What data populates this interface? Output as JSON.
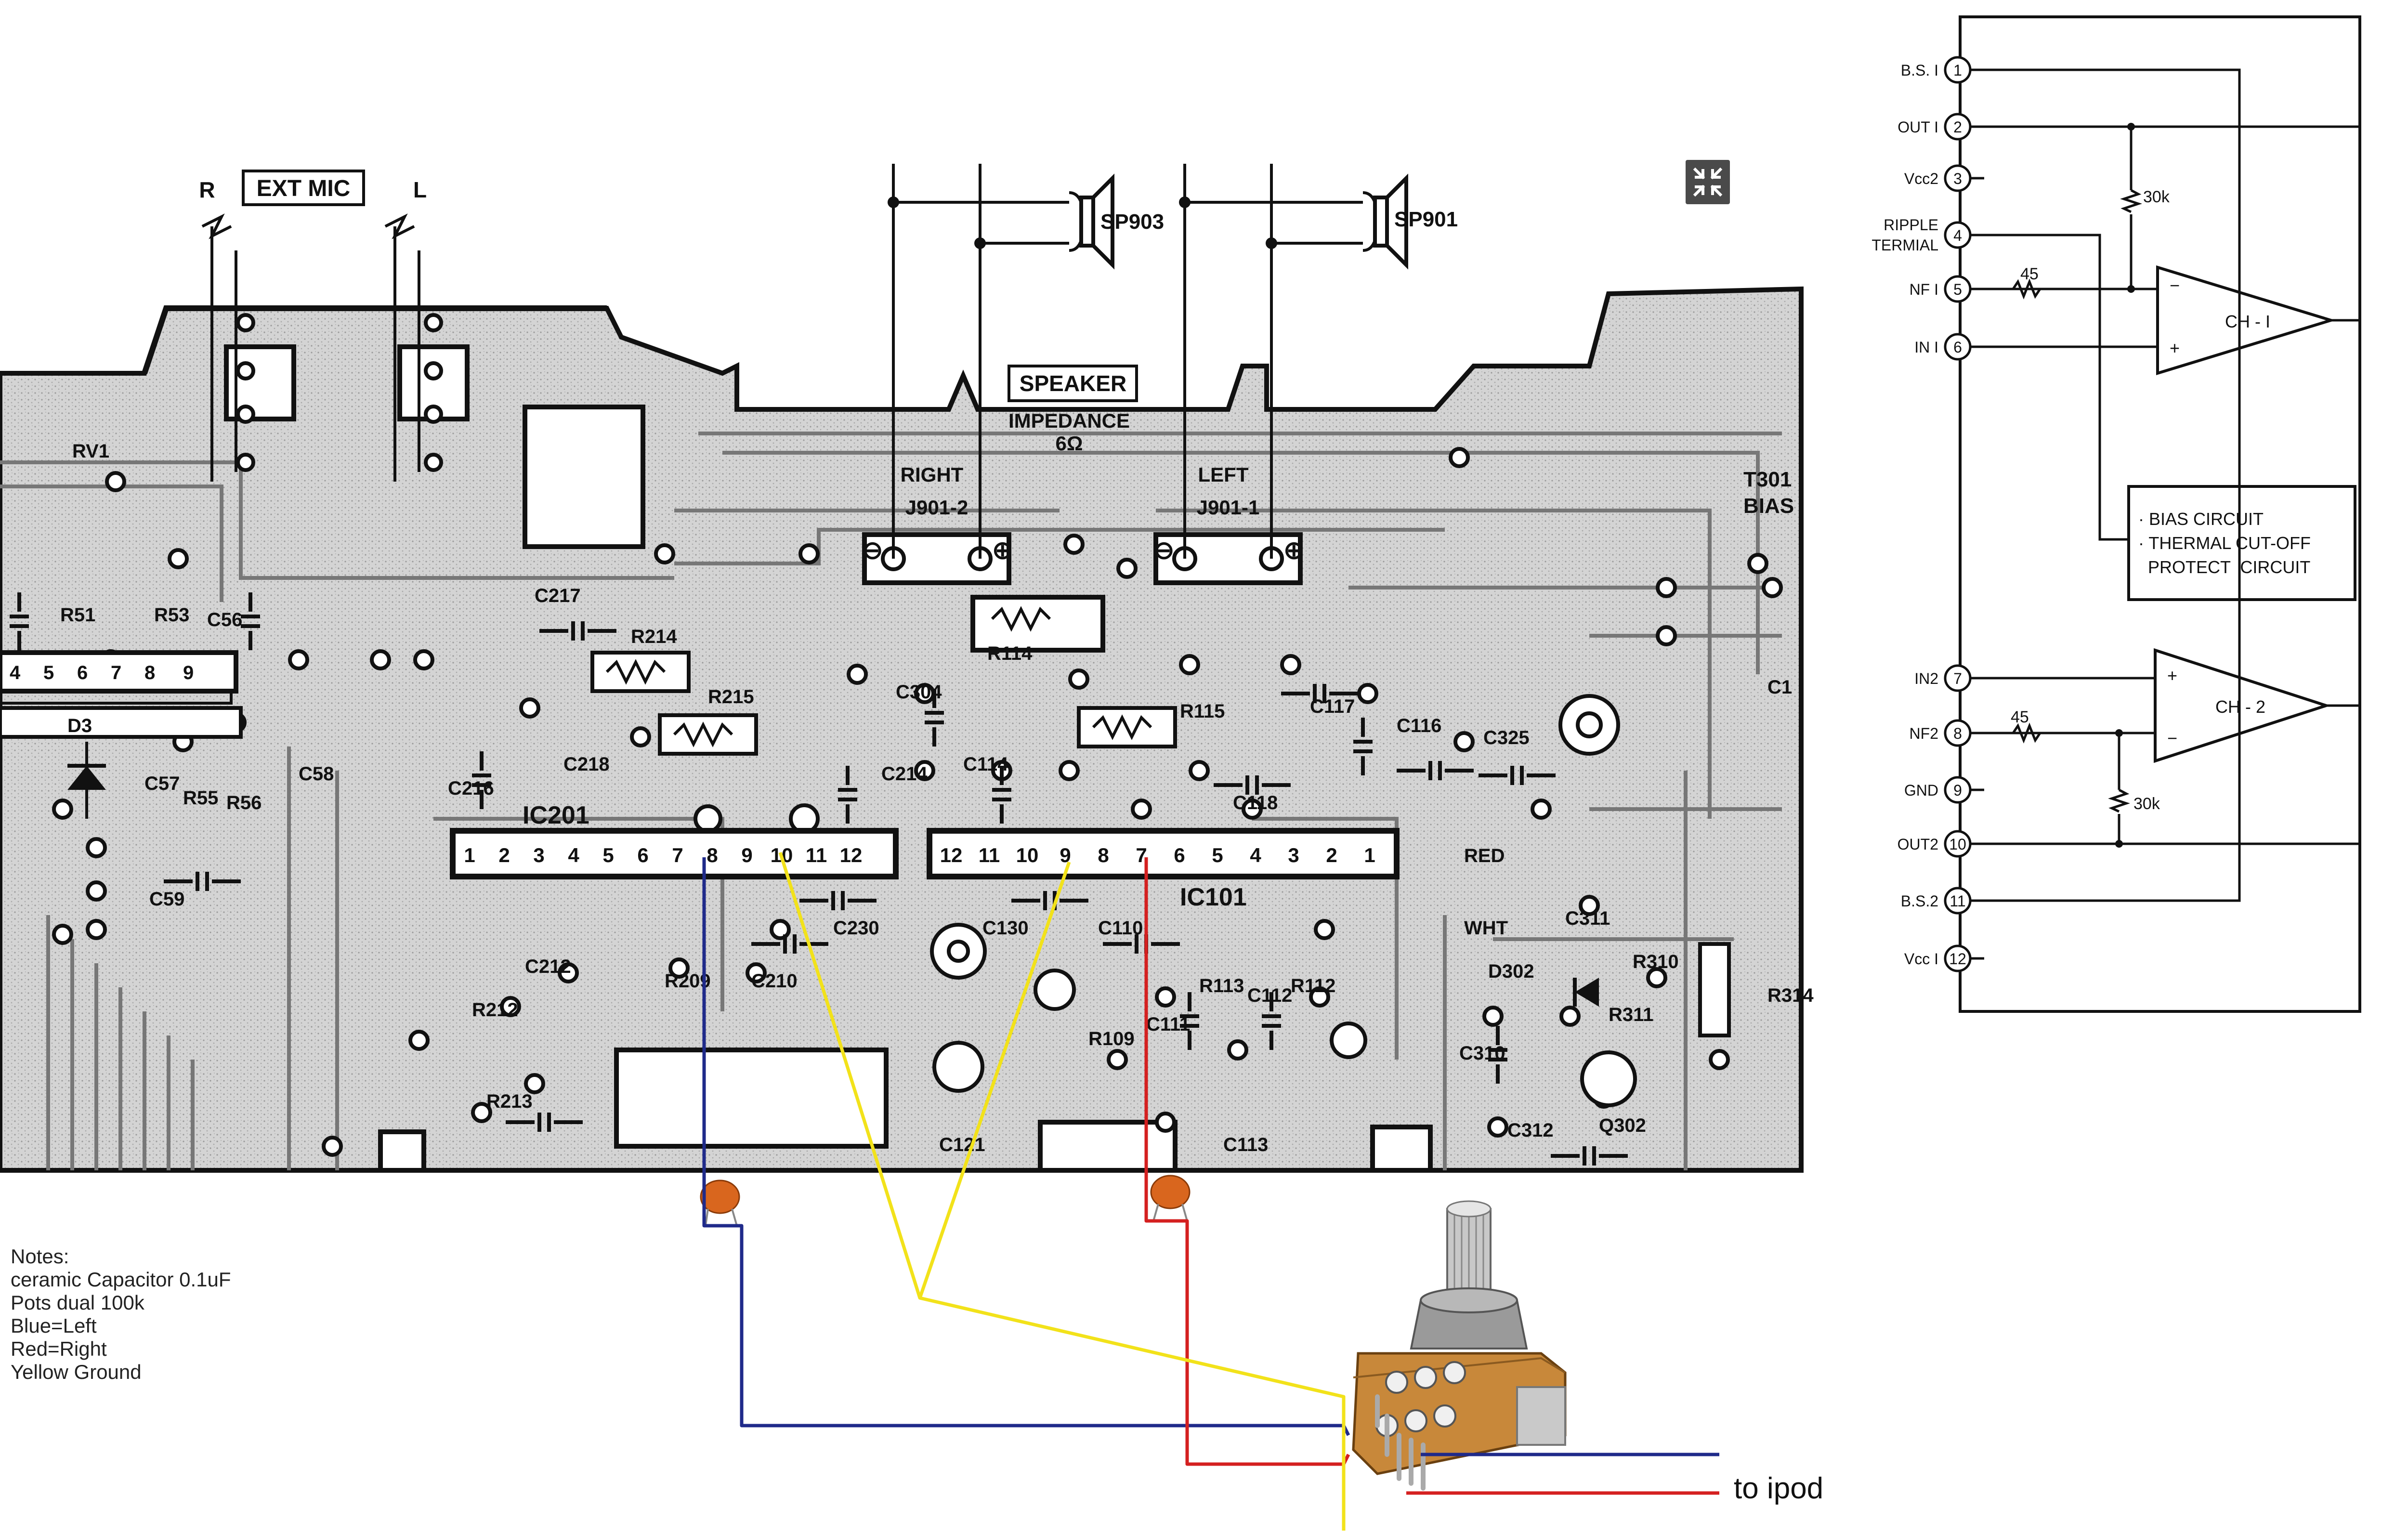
{
  "notes": {
    "heading": "Notes:",
    "lines": [
      "ceramic Capacitor 0.1uF",
      "Pots dual 100k",
      "Blue=Left",
      "Red=Right",
      "Yellow Ground"
    ]
  },
  "ipod_label": "to ipod",
  "pcb": {
    "ext_mic": "EXT MIC",
    "mic_r": "R",
    "mic_l": "L",
    "speaker": "SPEAKER",
    "impedance": "IMPEDANCE",
    "ohms": "6Ω",
    "right": "RIGHT",
    "left": "LEFT",
    "j_right": "J901-2",
    "j_left": "J901-1",
    "sp_right": "SP903",
    "sp_left": "SP901",
    "ic_left": "IC201",
    "ic_right": "IC101",
    "t301": "T301",
    "bias": "BIAS",
    "red": "RED",
    "wht": "WHT",
    "ic201_pins": [
      "1",
      "2",
      "3",
      "4",
      "5",
      "6",
      "7",
      "8",
      "9",
      "10",
      "11",
      "12"
    ],
    "ic101_pins": [
      "12",
      "11",
      "10",
      "9",
      "8",
      "7",
      "6",
      "5",
      "4",
      "3",
      "2",
      "1"
    ],
    "component_labels": [
      "RV1",
      "R51",
      "R53",
      "C56",
      "C217",
      "R214",
      "R215",
      "C218",
      "C216",
      "C304",
      "R114",
      "R115",
      "C117",
      "C116",
      "C325",
      "C114",
      "C214",
      "C118",
      "D3",
      "C57",
      "R55",
      "R56",
      "C58",
      "C59",
      "C230",
      "C130",
      "C110",
      "C210",
      "R212",
      "C212",
      "R213",
      "R209",
      "R109",
      "C111",
      "R113",
      "C112",
      "R112",
      "C113",
      "C121",
      "C311",
      "D302",
      "R310",
      "R311",
      "R314",
      "C310",
      "C312",
      "Q302",
      "C1"
    ]
  },
  "ic_diagram": {
    "pins": [
      {
        "num": "1",
        "label": "B.S. I"
      },
      {
        "num": "2",
        "label": "OUT I"
      },
      {
        "num": "3",
        "label": "Vcc2"
      },
      {
        "num": "4",
        "label": "RIPPLE TERMIAL"
      },
      {
        "num": "5",
        "label": "NF I"
      },
      {
        "num": "6",
        "label": "IN I"
      },
      {
        "num": "7",
        "label": "IN2"
      },
      {
        "num": "8",
        "label": "NF2"
      },
      {
        "num": "9",
        "label": "GND"
      },
      {
        "num": "10",
        "label": "OUT2"
      },
      {
        "num": "11",
        "label": "B.S.2"
      },
      {
        "num": "12",
        "label": "Vcc I"
      }
    ],
    "ch1": "CH - I",
    "ch2": "CH - 2",
    "res_30k": "30k",
    "res_45": "45",
    "bias_lines": [
      "· BIAS  CIRCUIT",
      "· THERMAL  CUT-OFF",
      "  PROTECT  CIRCUIT"
    ],
    "plus": "+",
    "minus": "−"
  },
  "colors": {
    "blue_wire": "#1f2a8a",
    "red_wire": "#d42020",
    "yellow_wire": "#f2e21a",
    "pcb_fill": "#d9d9d9",
    "capacitor": "#d9661e",
    "pot_body": "#c8883a"
  },
  "icons": [
    "zoom-fit-icon"
  ]
}
